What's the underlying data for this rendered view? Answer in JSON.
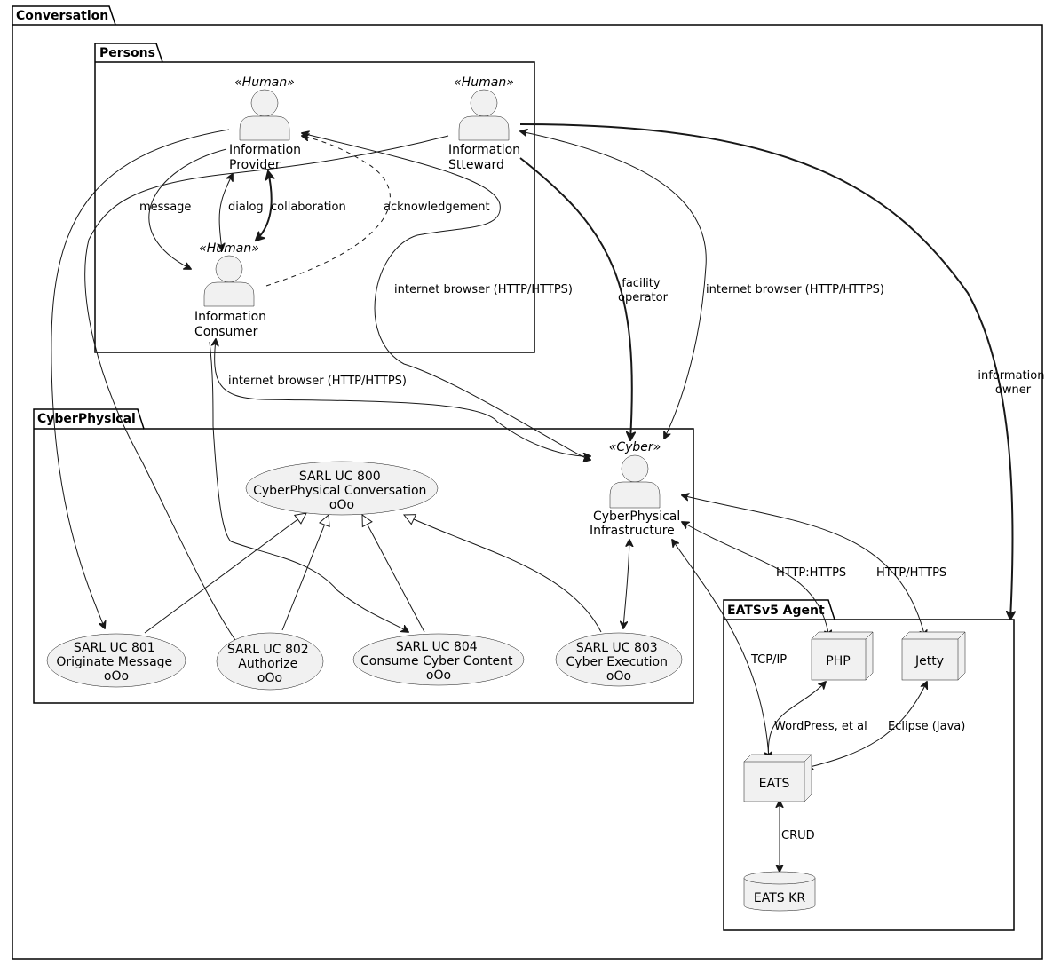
{
  "packages": {
    "conversation": "Conversation",
    "persons": "Persons",
    "cyberphysical": "CyberPhysical",
    "eats_agent": "EATSv5 Agent"
  },
  "actors": {
    "provider": {
      "stereotype": "«Human»",
      "lines": [
        "Information",
        "Provider"
      ]
    },
    "steward": {
      "stereotype": "«Human»",
      "lines": [
        "Information",
        "Stteward"
      ]
    },
    "consumer": {
      "stereotype": "«Human»",
      "lines": [
        "Information",
        "Consumer"
      ]
    },
    "infrastructure": {
      "stereotype": "«Cyber»",
      "lines": [
        "CyberPhysical",
        "Infrastructure"
      ]
    }
  },
  "usecases": {
    "uc800": [
      "SARL UC 800",
      "CyberPhysical Conversation",
      "oOo"
    ],
    "uc801": [
      "SARL UC 801",
      "Originate Message",
      "oOo"
    ],
    "uc802": [
      "SARL UC 802",
      "Authorize",
      "oOo"
    ],
    "uc804": [
      "SARL UC 804",
      "Consume Cyber Content",
      "oOo"
    ],
    "uc803": [
      "SARL UC 803",
      "Cyber Execution",
      "oOo"
    ]
  },
  "nodes": {
    "php": "PHP",
    "jetty": "Jetty",
    "eats": "EATS",
    "eats_kr": "EATS KR"
  },
  "edge_labels": {
    "message": "message",
    "dialog": "dialog",
    "collaboration": "collaboration",
    "acknowledgement": "acknowledgement",
    "browser_provider": "internet browser (HTTP/HTTPS)",
    "facility_operator": [
      "facility",
      "operator"
    ],
    "browser_steward": "internet browser (HTTP/HTTPS)",
    "information_owner": [
      "information",
      "owner"
    ],
    "browser_consumer": "internet browser (HTTP/HTTPS)",
    "http_https_php": "HTTP:HTTPS",
    "http_https_jetty": "HTTP/HTTPS",
    "tcp_ip": "TCP/IP",
    "wordpress": "WordPress, et al",
    "eclipse": "Eclipse (Java)",
    "crud": "CRUD"
  }
}
